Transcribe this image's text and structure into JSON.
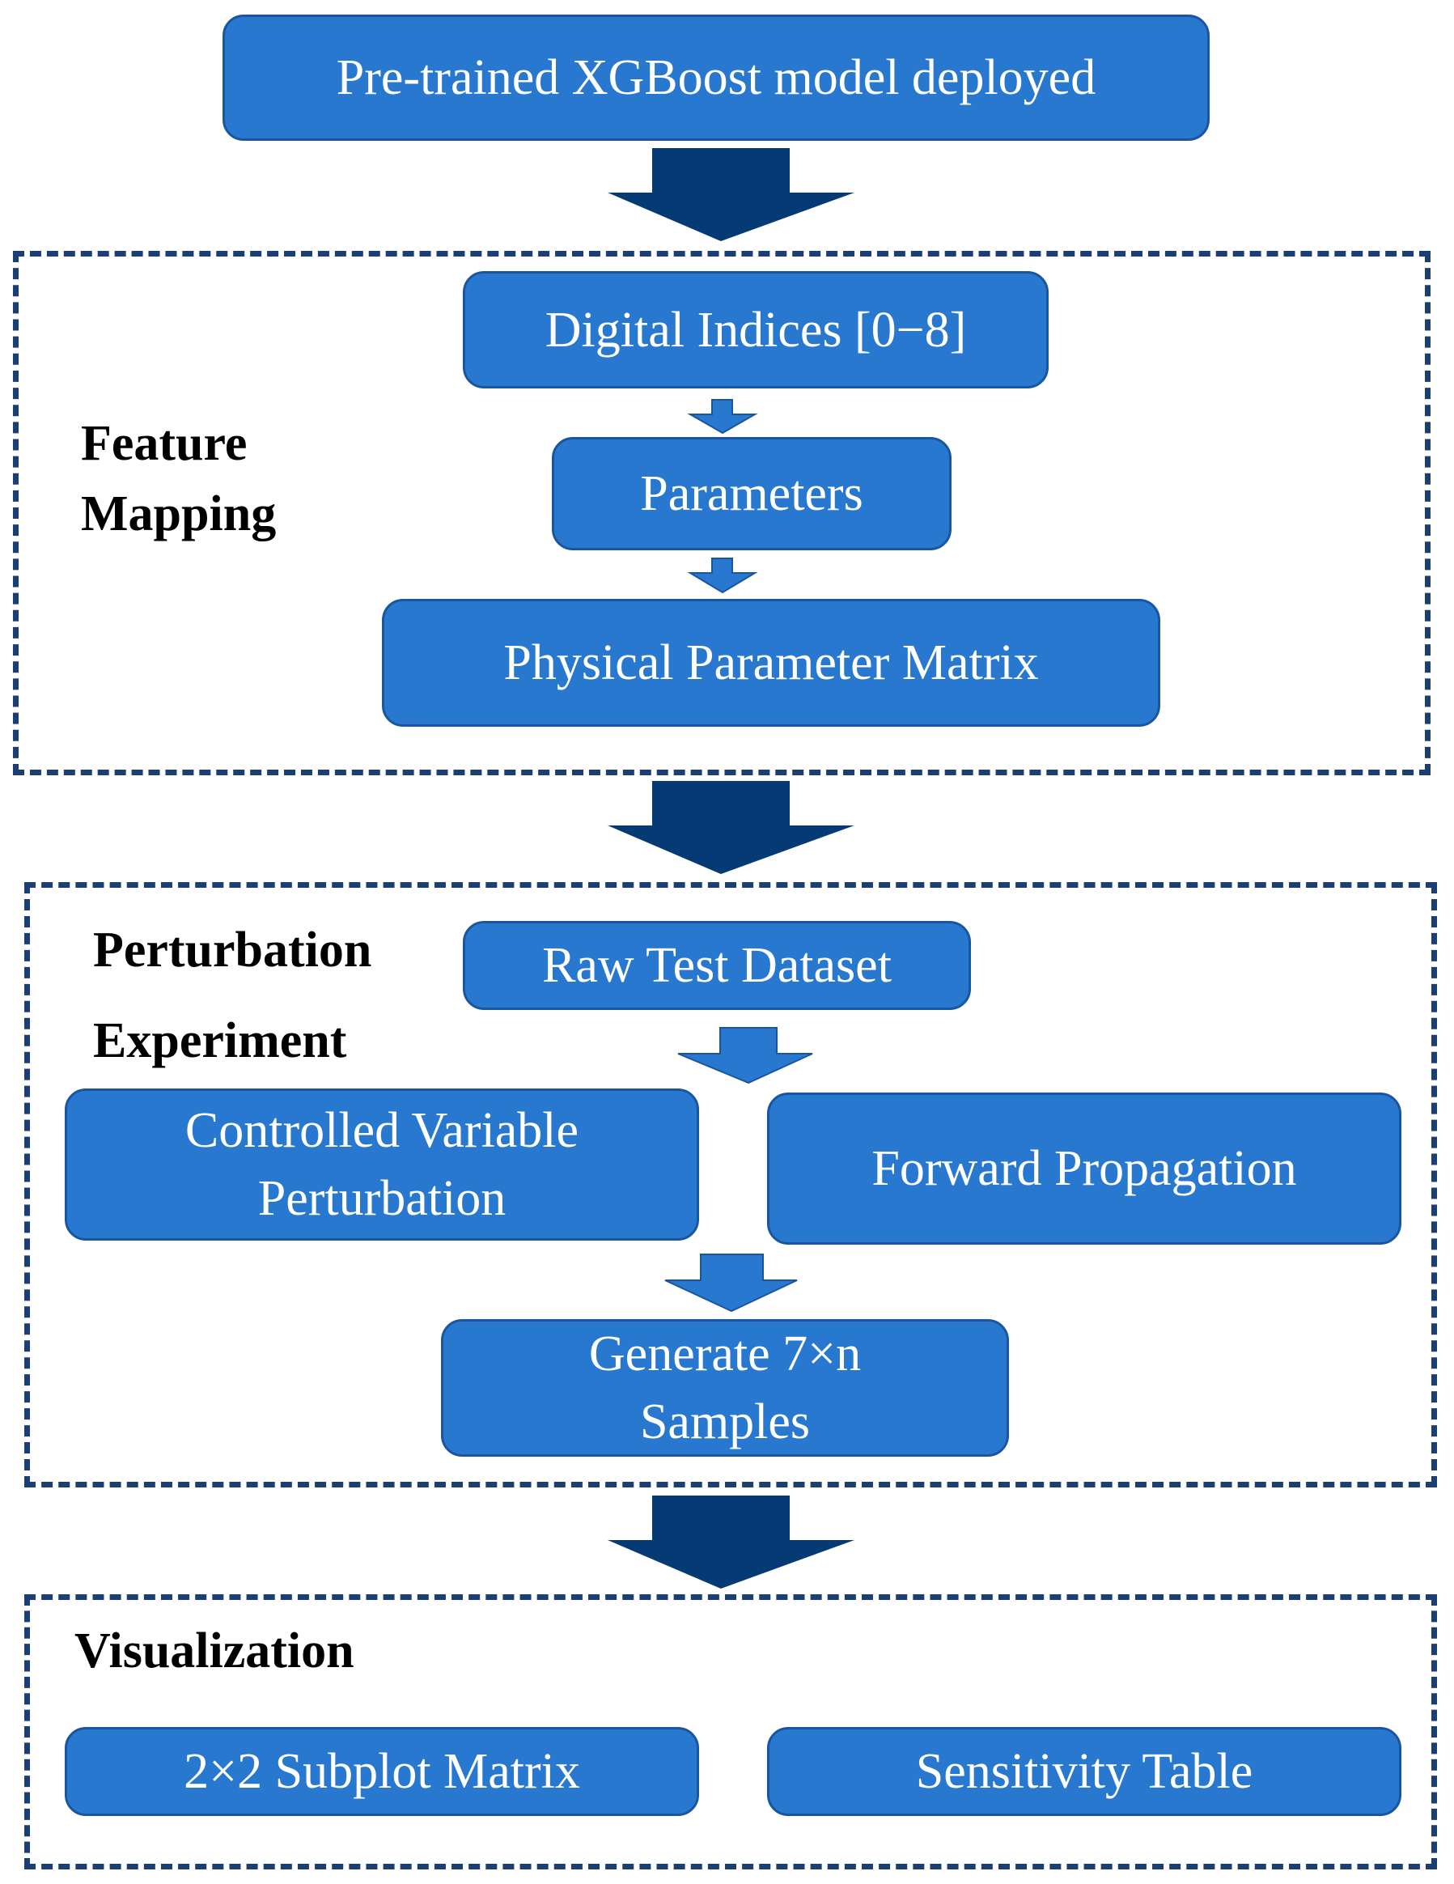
{
  "colors": {
    "box_fill": "#2878d0",
    "box_border": "#1a56a0",
    "big_arrow": "#063a75",
    "small_arrow": "#2878d0",
    "dash_border": "#1b3f73",
    "label_text": "#000000",
    "box_text": "#ffffff"
  },
  "top": {
    "model_box": "Pre-trained XGBoost model deployed"
  },
  "feature_mapping": {
    "label_line1": "Feature",
    "label_line2": "Mapping",
    "digital_indices": "Digital Indices [0−8]",
    "parameters": "Parameters",
    "physical_matrix": "Physical Parameter Matrix"
  },
  "perturbation": {
    "label_line1": "Perturbation",
    "label_line2": "Experiment",
    "raw_dataset": "Raw Test Dataset",
    "controlled_line1": "Controlled Variable",
    "controlled_line2": "Perturbation",
    "forward_propagation": "Forward Propagation",
    "generate_line1": "Generate 7×n",
    "generate_line2": "Samples"
  },
  "visualization": {
    "label": "Visualization",
    "subplot_matrix": "2×2 Subplot Matrix",
    "sensitivity_table": "Sensitivity Table"
  }
}
